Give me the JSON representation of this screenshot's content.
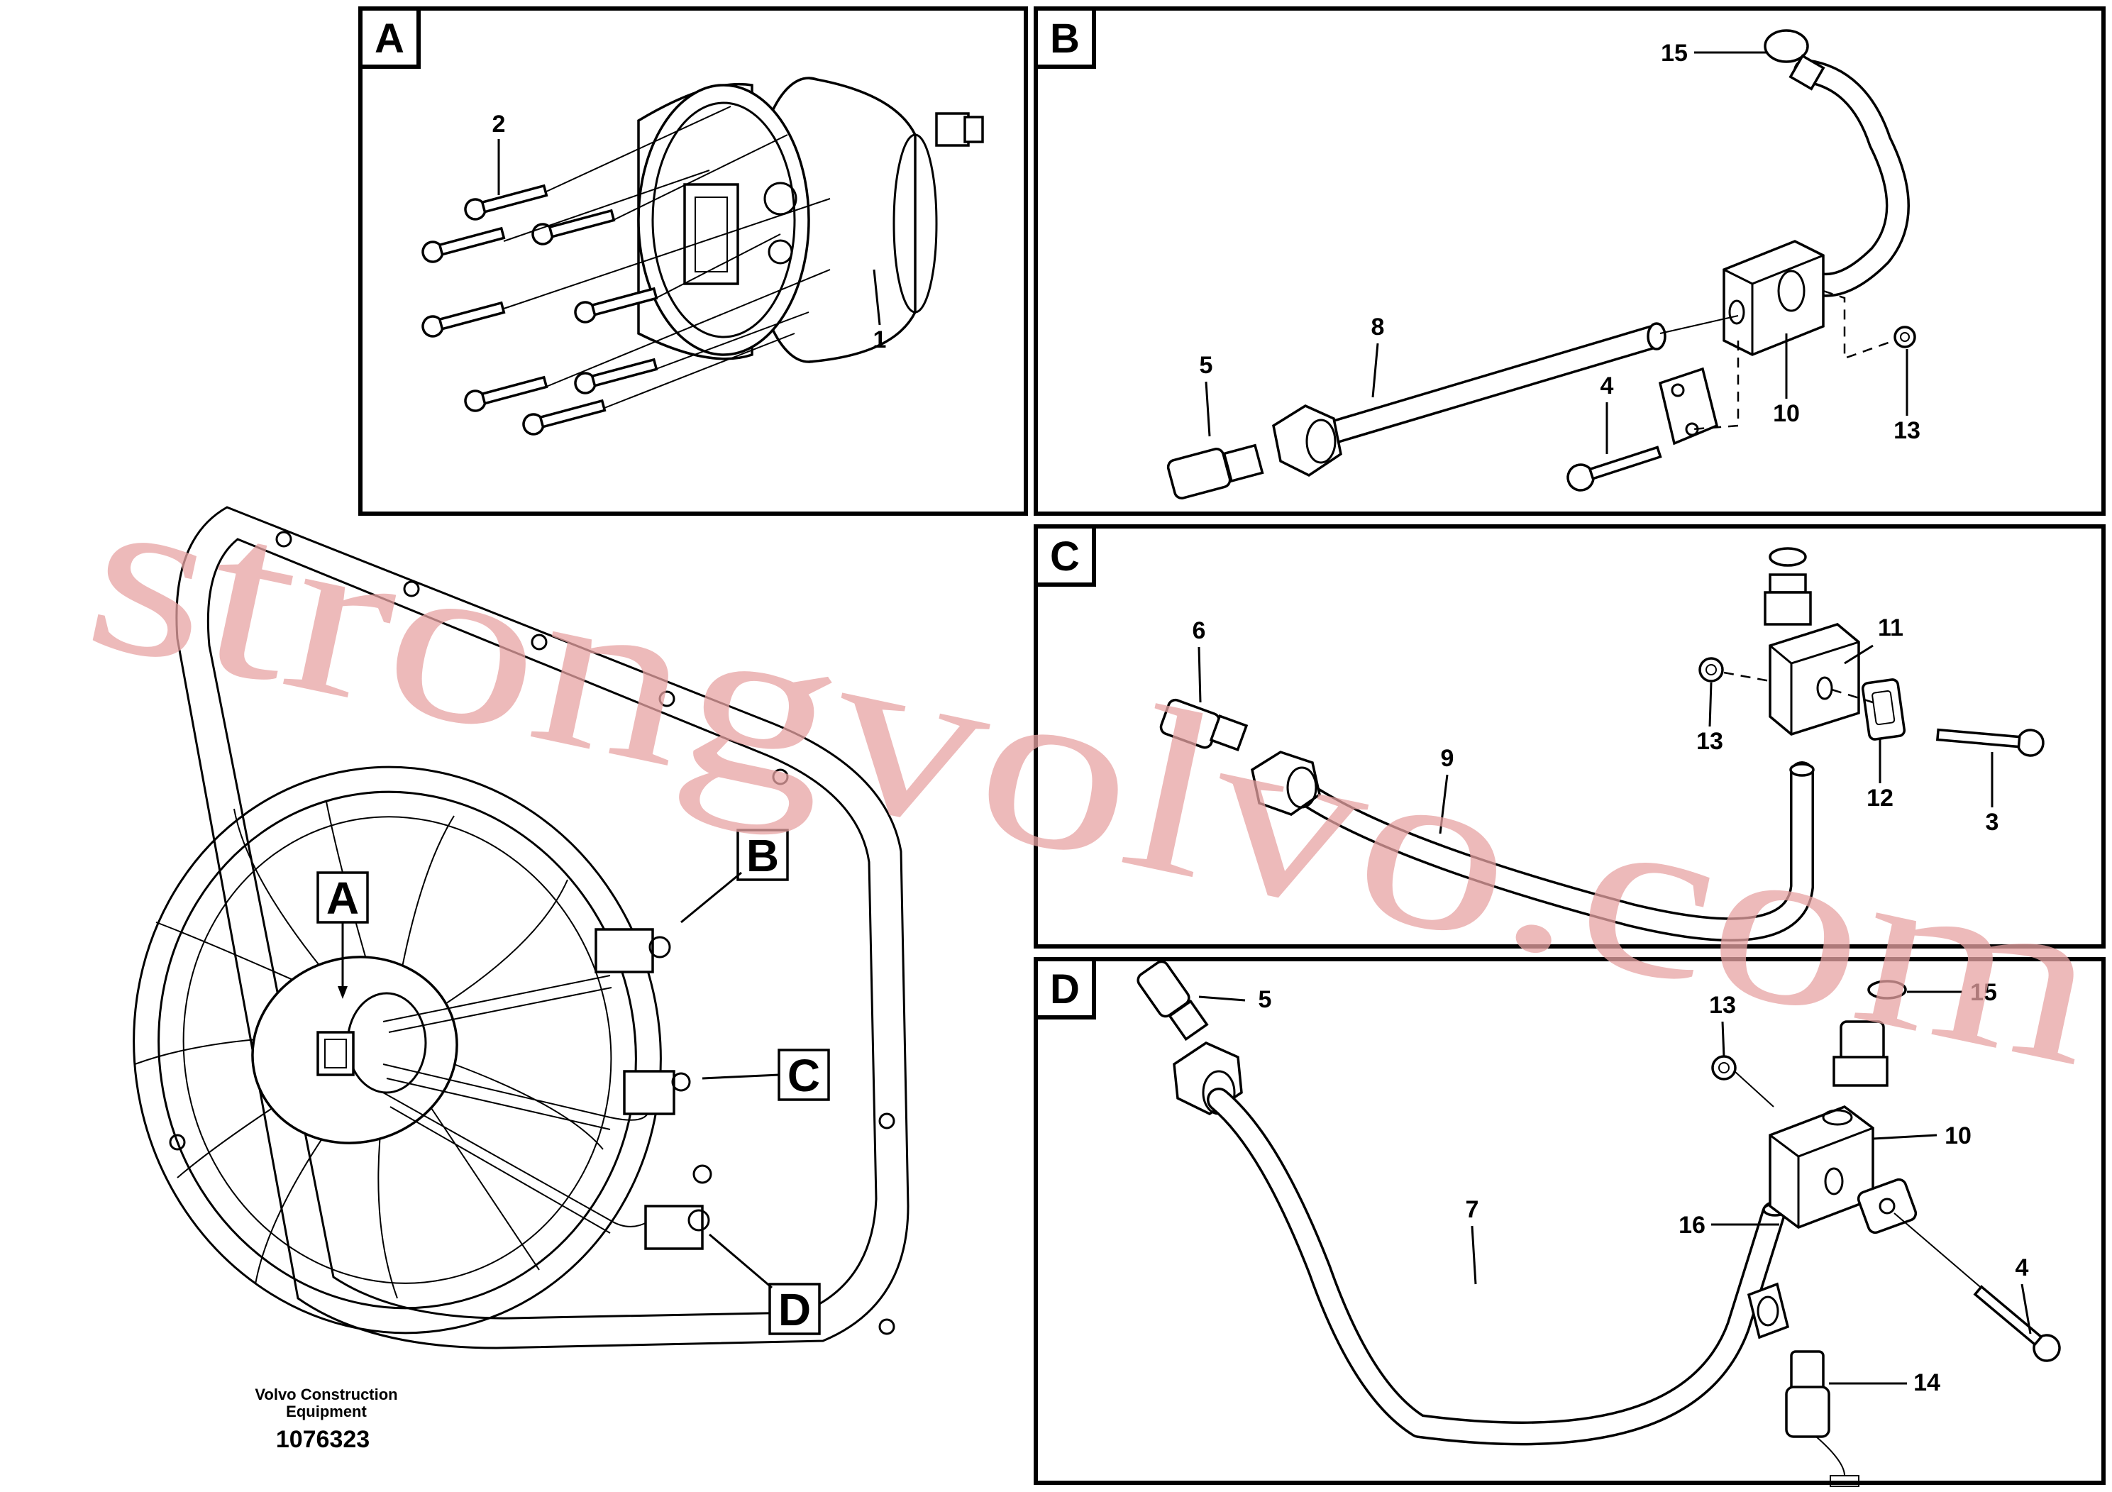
{
  "watermark": "strongvolvo.com",
  "panels": {
    "a": {
      "letter": "A",
      "labels": [
        "2",
        "1"
      ]
    },
    "b": {
      "letter": "B",
      "labels": [
        "15",
        "8",
        "5",
        "4",
        "10",
        "13"
      ]
    },
    "c": {
      "letter": "C",
      "labels": [
        "6",
        "11",
        "13",
        "9",
        "12",
        "3"
      ]
    },
    "d": {
      "letter": "D",
      "labels": [
        "5",
        "13",
        "15",
        "10",
        "7",
        "16",
        "4",
        "14"
      ]
    }
  },
  "overview": {
    "callouts": [
      "A",
      "B",
      "C",
      "D"
    ]
  },
  "footer": {
    "company_line1": "Volvo Construction",
    "company_line2": "Equipment",
    "drawing_number": "1076323"
  },
  "colors": {
    "watermark": "#e8a3a3",
    "lines": "#000000",
    "background": "#ffffff"
  }
}
